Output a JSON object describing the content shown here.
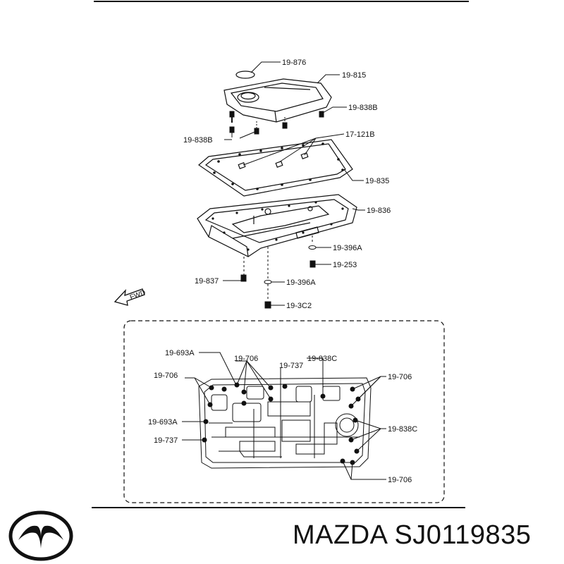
{
  "brand": {
    "caption": "MAZDA SJ0119835",
    "logo_icon": "mazda-logo-icon"
  },
  "diagram": {
    "direction_label": "FWD",
    "upper_labels": [
      "19-876",
      "19-815",
      "19-838B",
      "19-838B",
      "17-121B",
      "19-835",
      "19-836",
      "19-396A",
      "19-253",
      "19-837",
      "19-396A",
      "19-3C2"
    ],
    "detail_labels": [
      "19-693A",
      "19-706",
      "19-838C",
      "19-706",
      "19-737",
      "19-706",
      "19-693A",
      "19-838C",
      "19-737",
      "19-706"
    ]
  },
  "colors": {
    "ink": "#111111",
    "background": "#ffffff"
  }
}
